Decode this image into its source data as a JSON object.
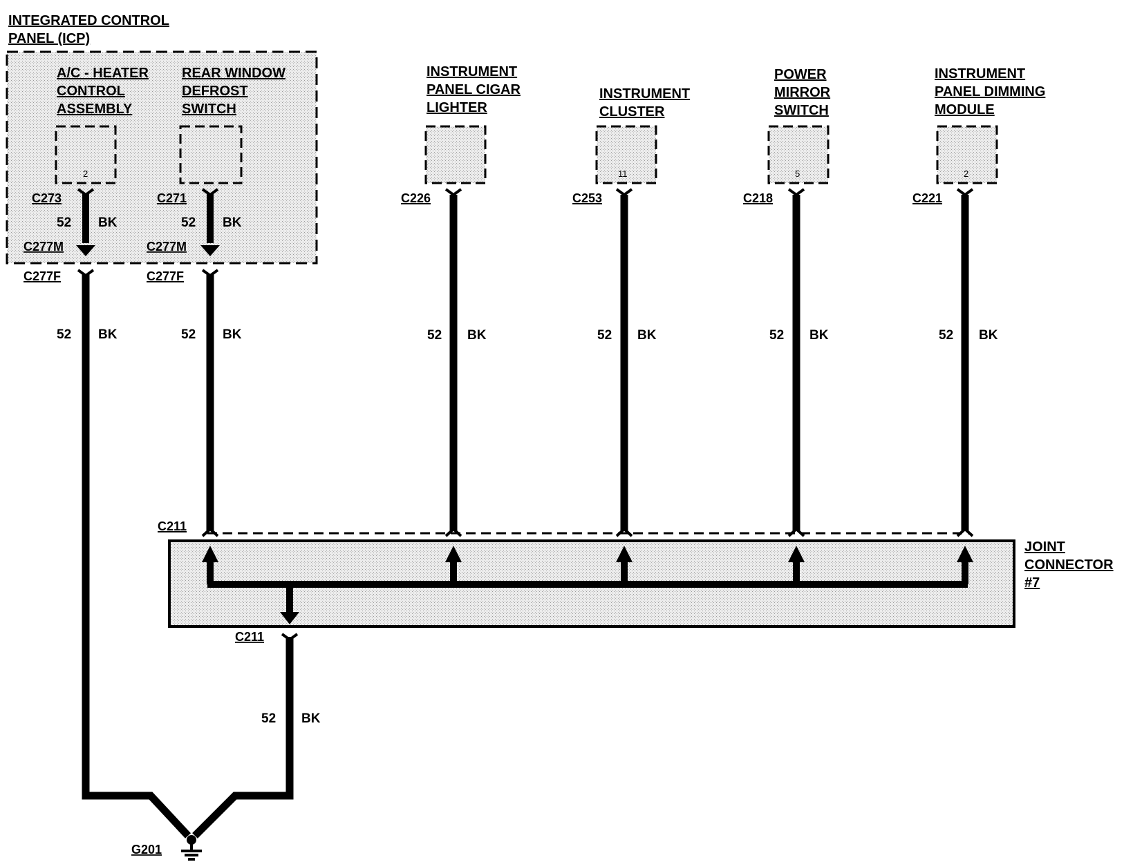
{
  "icp": {
    "title_line1": "INTEGRATED CONTROL",
    "title_line2": "PANEL (ICP)"
  },
  "components": {
    "ac_heater": {
      "line1": "A/C - HEATER",
      "line2": "CONTROL",
      "line3": "ASSEMBLY",
      "pin": "2"
    },
    "rear_defrost": {
      "line1": "REAR WINDOW",
      "line2": "DEFROST",
      "line3": "SWITCH",
      "pin": ""
    },
    "cigar_lighter": {
      "line1": "INSTRUMENT",
      "line2": "PANEL CIGAR",
      "line3": "LIGHTER",
      "pin": ""
    },
    "cluster": {
      "line1": "INSTRUMENT",
      "line2": "CLUSTER",
      "pin": "11"
    },
    "mirror": {
      "line1": "POWER",
      "line2": "MIRROR",
      "line3": "SWITCH",
      "pin": "5"
    },
    "dimming": {
      "line1": "INSTRUMENT",
      "line2": "PANEL DIMMING",
      "line3": "MODULE",
      "pin": "2"
    }
  },
  "connectors": {
    "c273": "C273",
    "c271": "C271",
    "c277m": "C277M",
    "c277f": "C277F",
    "c226": "C226",
    "c253": "C253",
    "c218": "C218",
    "c221": "C221",
    "c211": "C211",
    "g201": "G201"
  },
  "wire": {
    "circuit": "52",
    "color": "BK"
  },
  "joint": {
    "line1": "JOINT",
    "line2": "CONNECTOR",
    "line3": "#7"
  }
}
